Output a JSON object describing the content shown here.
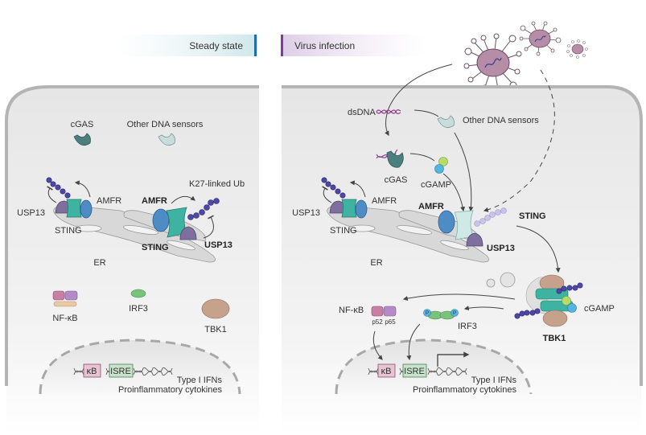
{
  "headers": {
    "steady_state": "Steady state",
    "virus_infection": "Virus infection"
  },
  "colors": {
    "steady_accent": "#1f6fa8",
    "virus_accent": "#7a3f95",
    "cell_fill": "#ececec",
    "cell_border": "#b4b4b4",
    "sting": "#3fb3a2",
    "amfr": "#4e8cc6",
    "usp13": "#7f6f9e",
    "ubiquitin": "#4d47a6",
    "cgas": "#4a7f7e",
    "other_sensor": "#c8dcdc",
    "tbk1": "#c6a28d",
    "irf3": "#79c37b",
    "nfkb_p52": "#c97fa3",
    "nfkb_p65": "#b48ac9",
    "nfkb_base": "#e9c8a2",
    "cgamp_green": "#b6dc6a",
    "cgamp_blue": "#56b4e0",
    "virus": "#b58da6"
  },
  "steady": {
    "cgas": "cGAS",
    "other_dna_sensors": "Other DNA sensors",
    "usp13_left": "USP13",
    "amfr_left": "AMFR",
    "sting_left": "STING",
    "k27": "K27-linked Ub",
    "amfr_right": "AMFR",
    "sting_right": "STING",
    "usp13_right": "USP13",
    "er": "ER",
    "nfkb": "NF-κB",
    "irf3": "IRF3",
    "tbk1": "TBK1",
    "kb_box": "κB",
    "isre_box": "ISRE",
    "output_line1": "Type I IFNs",
    "output_line2": "Proinflammatory cytokines"
  },
  "virus": {
    "dsdna": "dsDNA",
    "other_dna_sensors": "Other DNA sensors",
    "cgas": "cGAS",
    "cgamp": "cGAMP",
    "usp13_left": "USP13",
    "amfr_left": "AMFR",
    "sting_left": "STING",
    "amfr_right": "AMFR",
    "sting_right": "STING",
    "usp13_right": "USP13",
    "er": "ER",
    "nfkb": "NF-κB",
    "p52": "p52",
    "p65": "p65",
    "irf3": "IRF3",
    "p_label": "P",
    "cgamp_tbk1": "cGAMP",
    "tbk1": "TBK1",
    "kb_box": "κB",
    "isre_box": "ISRE",
    "output_line1": "Type I IFNs",
    "output_line2": "Proinflammatory cytokines"
  }
}
